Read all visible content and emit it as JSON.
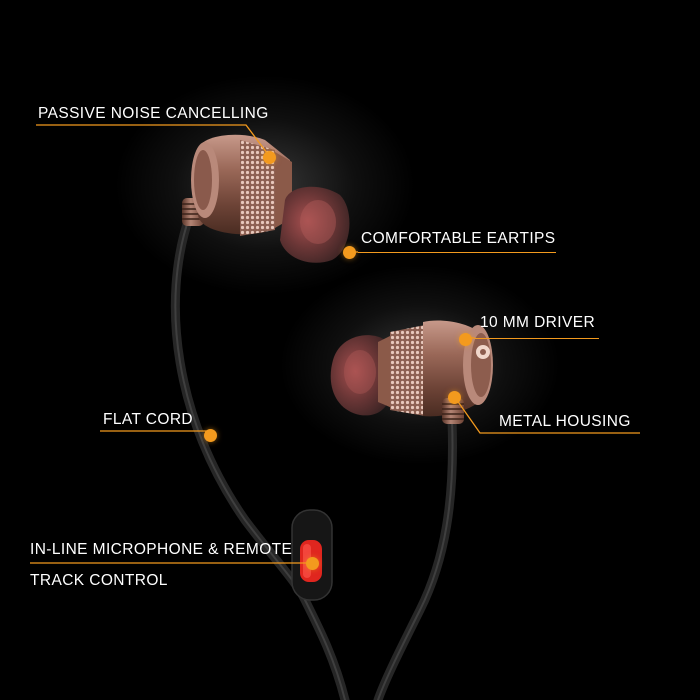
{
  "colors": {
    "background": "#000000",
    "accent": "#f39a1e",
    "text": "#ffffff",
    "metal": "#8a5a4c",
    "eartip": "#7a4040",
    "cord": "#1a1a1a",
    "remote_button": "#e0261f"
  },
  "callouts": {
    "passive_noise": "PASSIVE NOISE CANCELLING",
    "eartips": "COMFORTABLE EARTIPS",
    "driver": "10 MM DRIVER",
    "housing": "METAL HOUSING",
    "cord": "FLAT CORD",
    "mic_line1": "IN-LINE MICROPHONE & REMOTE",
    "mic_line2": "TRACK CONTROL"
  },
  "product": {
    "items": [
      "left-earbud",
      "right-earbud",
      "flat-cord",
      "inline-remote"
    ]
  }
}
